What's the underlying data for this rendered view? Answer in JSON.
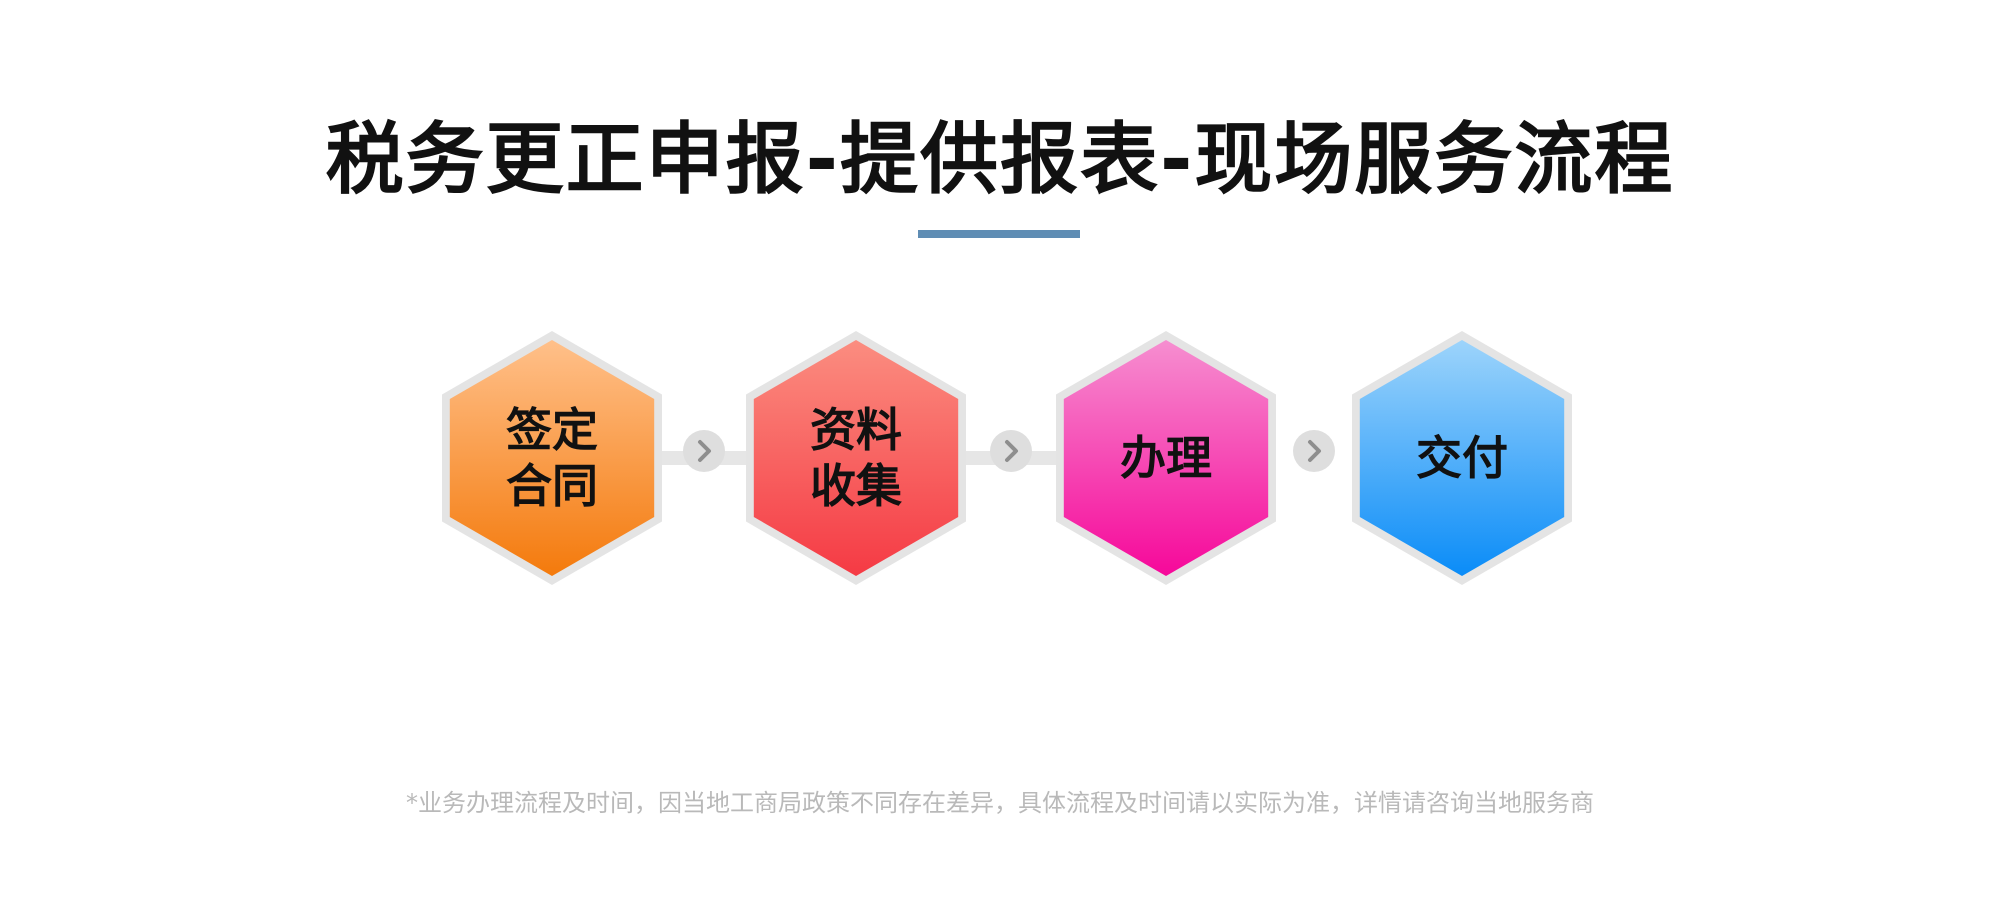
{
  "title": "税务更正申报-提供报表-现场服务流程",
  "accent_color": "#5f8db4",
  "steps": [
    {
      "lines": [
        "签定",
        "合同"
      ],
      "icon": "hexagon",
      "gradient_top": "#ffc08a",
      "gradient_bottom": "#f47a0c"
    },
    {
      "lines": [
        "资料",
        "收集"
      ],
      "icon": "hexagon",
      "gradient_top": "#fb8d80",
      "gradient_bottom": "#f53a44"
    },
    {
      "lines": [
        "办理"
      ],
      "icon": "hexagon",
      "gradient_top": "#f68ed0",
      "gradient_bottom": "#f6089a"
    },
    {
      "lines": [
        "交付"
      ],
      "icon": "hexagon",
      "gradient_top": "#9dd4fb",
      "gradient_bottom": "#0a8cf8"
    }
  ],
  "connector_icon": "chevron-right",
  "footnote": "*业务办理流程及时间，因当地工商局政策不同存在差异，具体流程及时间请以实际为准，详情请咨询当地服务商"
}
